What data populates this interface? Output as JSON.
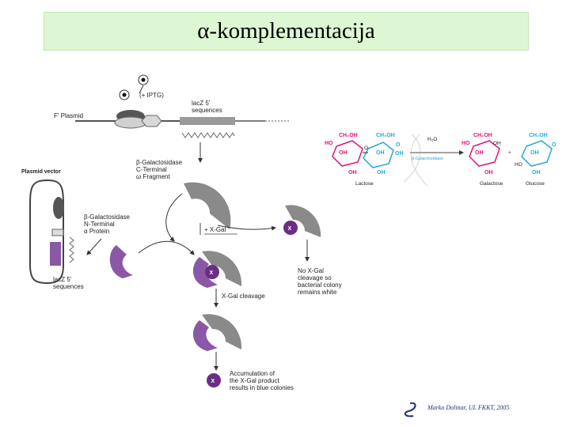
{
  "title": "α-komplementacija",
  "labels": {
    "iptg": "(+ IPTG)",
    "lacz_top_1": "lacZ 5'",
    "lacz_top_2": "sequences",
    "f_plasmid": "F' Plasmid",
    "plasmid_vector": "Plasmid vector",
    "bgal_c_1": "β-Galactosidase",
    "bgal_c_2": "C-Terminal",
    "bgal_c_3": "ω Fragment",
    "bgal_n_1": "β-Galactosidase",
    "bgal_n_2": "N-Terminal",
    "bgal_n_3": "α Protein",
    "plus_xgal": "+ X-Gal",
    "lacz_bottom_1": "lacZ 5'",
    "lacz_bottom_2": "sequences",
    "no_xgal_1": "No X-Gal",
    "no_xgal_2": "cleavage so",
    "no_xgal_3": "bacterial colony",
    "no_xgal_4": "remains white",
    "xgal_cleavage": "X-Gal cleavage",
    "accum_1": "Accumulation of",
    "accum_2": "the X-Gal product",
    "accum_3": "results in blue colonies",
    "x_mark": "X"
  },
  "reaction": {
    "h2o": "H₂O",
    "enzyme": "β-Galactosidase",
    "plus": "+",
    "lactose": "Lactose",
    "galactose": "Galactose",
    "glucose": "Glucose",
    "ch2oh": "CH₂OH",
    "ho": "HO",
    "oh": "OH",
    "o": "O"
  },
  "credit": "Marko Dolinar, UL FKKT, 2005",
  "colors": {
    "title_bg": "#ddf6d3",
    "grey_enzyme": "#8a8a8a",
    "purple_alpha": "#8a58a6",
    "magenta_sugar": "#e0147c",
    "blue_sugar": "#2aa7d8"
  }
}
